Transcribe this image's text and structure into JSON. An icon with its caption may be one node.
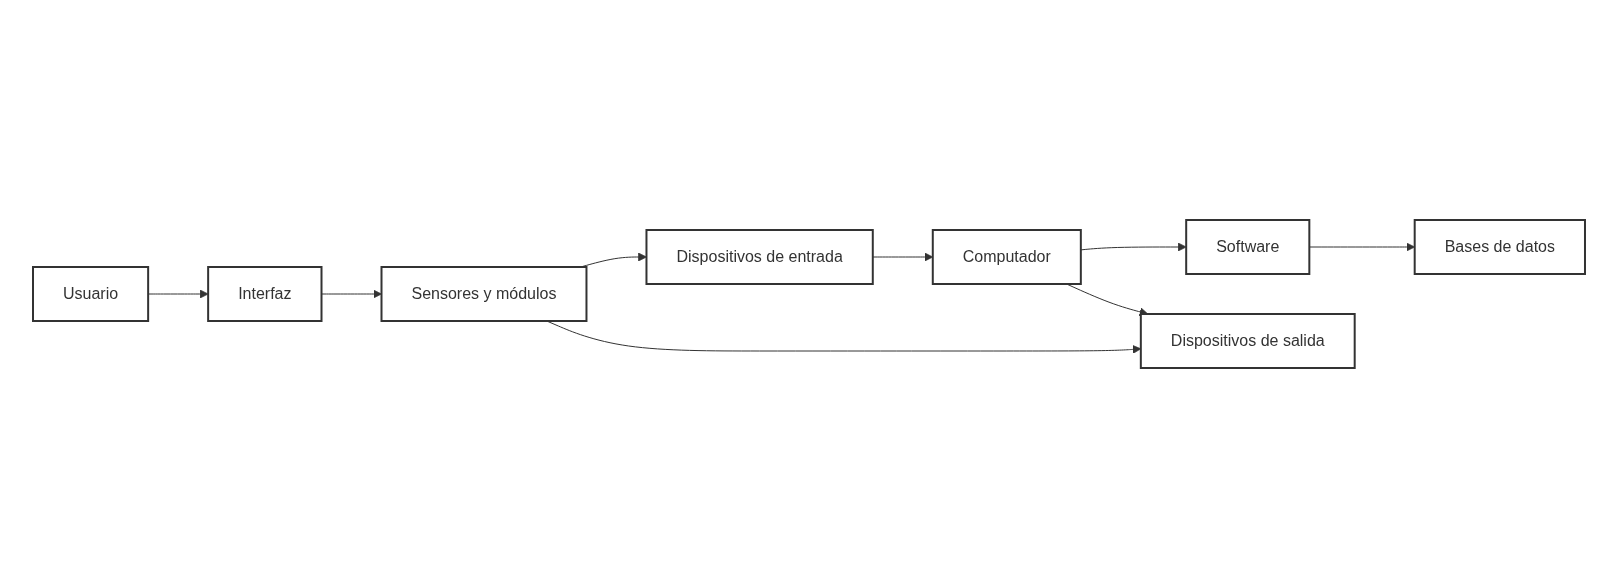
{
  "diagram": {
    "nodes": [
      {
        "text": [
          "Usuario"
        ]
      },
      {
        "text": [
          "Interfaz"
        ]
      },
      {
        "text": [
          "Sensores y módulos"
        ]
      },
      {
        "text": [
          "Dispositivos de entrada"
        ]
      },
      {
        "text": [
          "Computador"
        ]
      },
      {
        "text": [
          "Software"
        ]
      },
      {
        "text": [
          "Bases de datos"
        ]
      },
      {
        "text": [
          "Dispositivos de salida"
        ]
      }
    ],
    "edges": [
      {
        "from": 0,
        "to": 1,
        "arrow": "to"
      },
      {
        "from": 1,
        "to": 2,
        "arrow": "to"
      },
      {
        "from": 2,
        "to": 3,
        "arrow": "to"
      },
      {
        "from": 2,
        "to": 7,
        "arrow": "to"
      },
      {
        "from": 3,
        "to": 4,
        "arrow": "to"
      },
      {
        "from": 4,
        "to": 5,
        "arrow": "to"
      },
      {
        "from": 5,
        "to": 6,
        "arrow": "to"
      },
      {
        "from": 4,
        "to": 7,
        "arrow": "to"
      }
    ]
  }
}
